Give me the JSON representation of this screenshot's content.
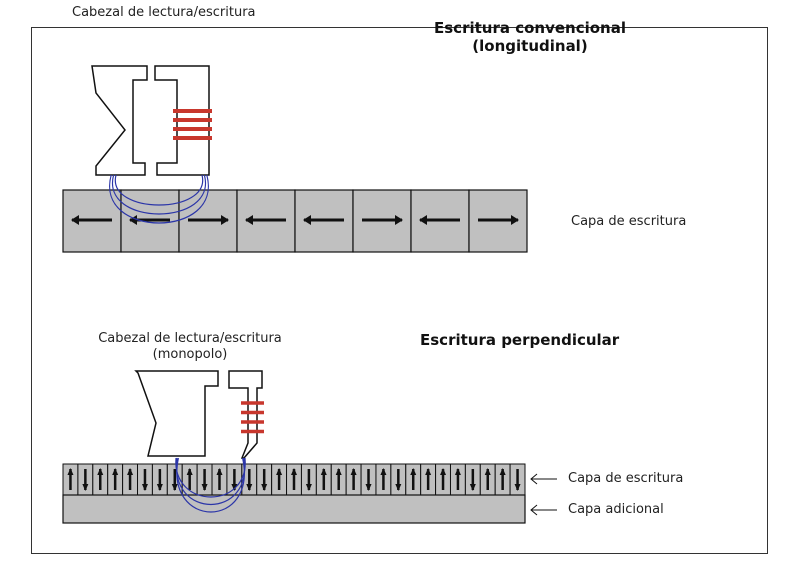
{
  "top_section": {
    "head_label": "Cabezal de lectura/escritura",
    "title_line1": "Escritura convencional",
    "title_line2": "(longitudinal)",
    "layer_label": "Capa de escritura",
    "magnetization": [
      "left",
      "left",
      "right",
      "left",
      "left",
      "right",
      "left",
      "right"
    ]
  },
  "bottom_section": {
    "head_label_line1": "Cabezal de lectura/escritura",
    "head_label_line2": "(monopolo)",
    "title": "Escritura perpendicular",
    "write_layer_label": "Capa de escritura",
    "extra_layer_label": "Capa adicional",
    "magnetization": [
      "up",
      "down",
      "up",
      "up",
      "up",
      "down",
      "down",
      "down",
      "up",
      "down",
      "up",
      "down",
      "down",
      "down",
      "up",
      "up",
      "down",
      "up",
      "up",
      "up",
      "down",
      "up",
      "down",
      "up",
      "up",
      "up",
      "up",
      "down",
      "up",
      "up",
      "down"
    ]
  },
  "colors": {
    "medium": "#c0c0c0",
    "coil": "#c8372d",
    "field_lines": "#2b35a8",
    "outline": "#111111"
  }
}
